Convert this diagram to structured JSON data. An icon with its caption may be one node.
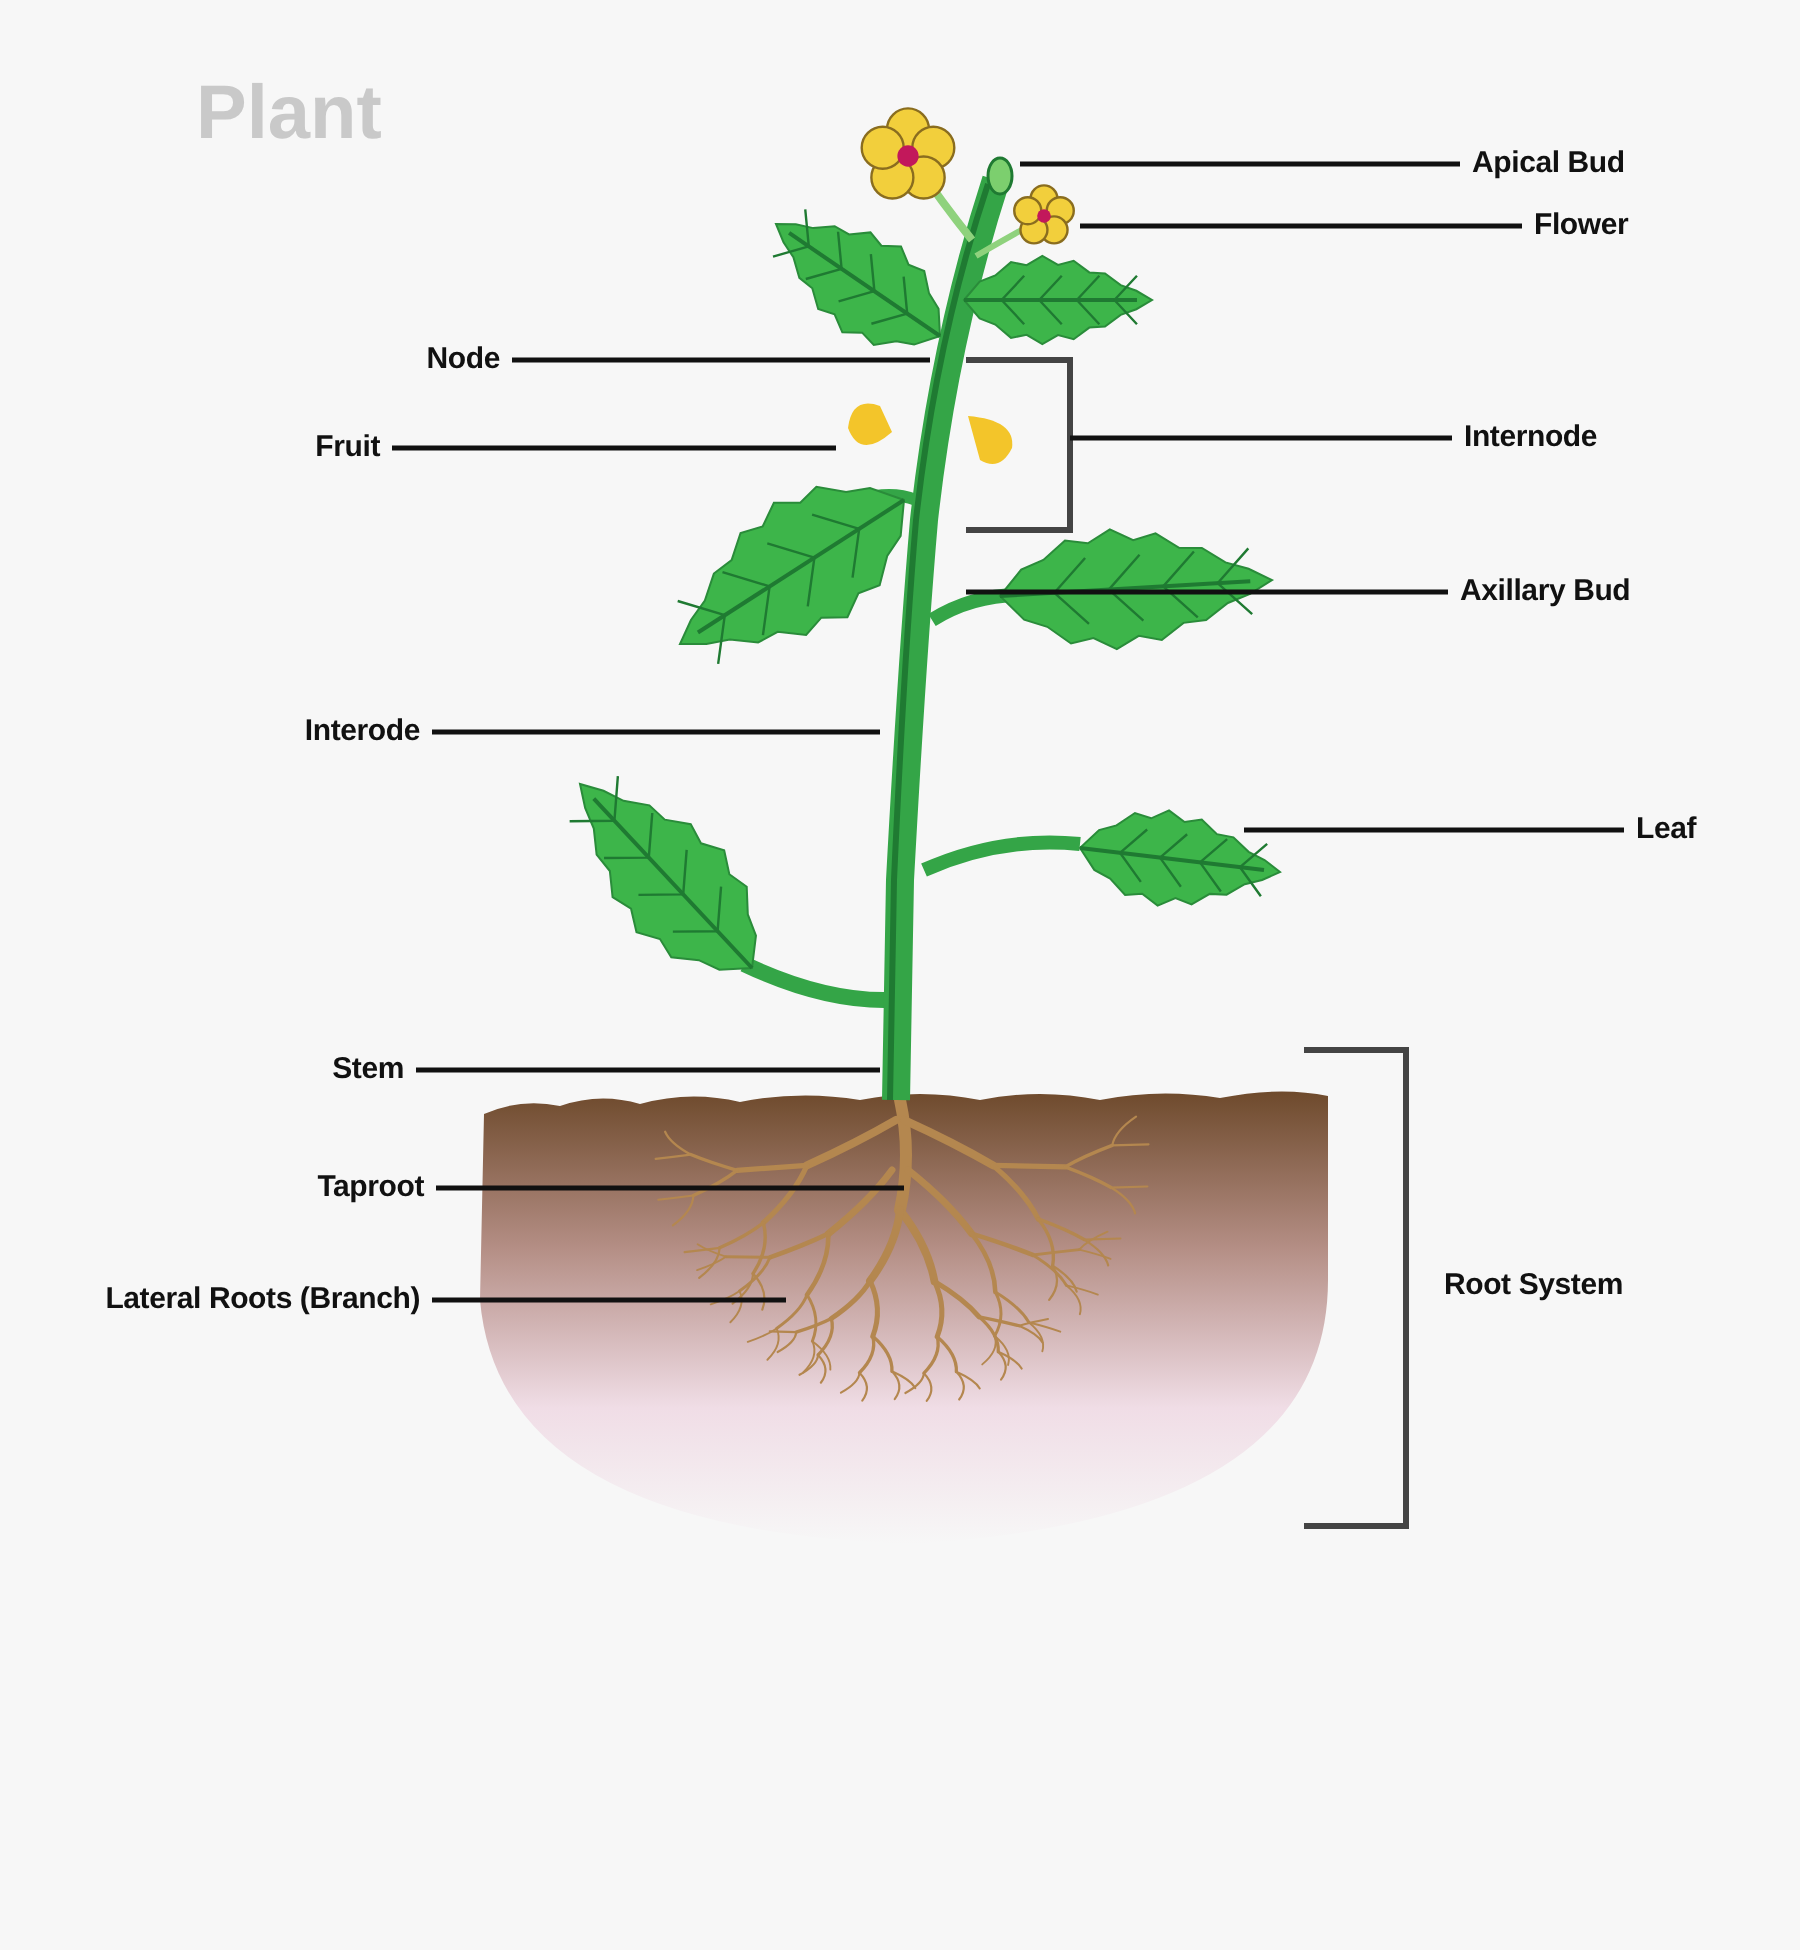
{
  "diagram": {
    "title": "Plant",
    "nodes": [
      {
        "text": [
          "Apical Bud"
        ]
      },
      {
        "text": [
          "Flower"
        ]
      },
      {
        "text": [
          "Node"
        ]
      },
      {
        "text": [
          "Fruit"
        ]
      },
      {
        "text": [
          "Internode"
        ]
      },
      {
        "text": [
          "Axillary Bud"
        ]
      },
      {
        "text": [
          "Interode"
        ]
      },
      {
        "text": [
          "Leaf"
        ]
      },
      {
        "text": [
          "Stem"
        ]
      },
      {
        "text": [
          "Taproot"
        ]
      },
      {
        "text": [
          "Lateral Roots (Branch)"
        ]
      },
      {
        "text": [],
        "shape": "bracket"
      }
    ],
    "edges": [
      {
        "from": 0,
        "to": null,
        "arrow": "none"
      },
      {
        "from": 1,
        "to": null,
        "arrow": "none"
      },
      {
        "from": 2,
        "to": null,
        "arrow": "none"
      },
      {
        "from": 3,
        "to": null,
        "arrow": "none"
      },
      {
        "from": 4,
        "to": 11,
        "arrow": "none"
      },
      {
        "from": 5,
        "to": null,
        "arrow": "none"
      },
      {
        "from": 6,
        "to": null,
        "arrow": "none"
      },
      {
        "from": 7,
        "to": null,
        "arrow": "none"
      },
      {
        "from": 8,
        "to": null,
        "arrow": "none"
      },
      {
        "from": 9,
        "to": null,
        "arrow": "none"
      },
      {
        "from": 10,
        "to": null,
        "arrow": "none"
      }
    ],
    "labels": [
      "Root System"
    ]
  }
}
